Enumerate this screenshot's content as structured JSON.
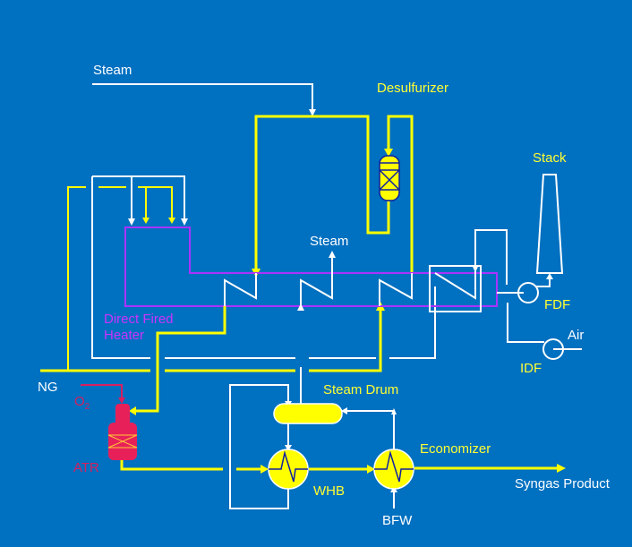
{
  "colors": {
    "background": "#0070C0",
    "process_gas": "#FFFF00",
    "utility_line": "#FFFFFF",
    "heater_outline": "#AA33FF",
    "atr_vessel": "#E8205A"
  },
  "labels": {
    "steam_top": "Steam",
    "desulfurizer": "Desulfurizer",
    "stack": "Stack",
    "steam_mid": "Steam",
    "direct_fired_heater_line1": "Direct Fired",
    "direct_fired_heater_line2": "Heater",
    "fdf": "FDF",
    "air": "Air",
    "idf": "IDF",
    "ng": "NG",
    "o2": "O",
    "o2_sub": "2",
    "atr": "ATR",
    "steam_drum": "Steam Drum",
    "economizer": "Economizer",
    "whb": "WHB",
    "syngas_product": "Syngas Product",
    "bfw": "BFW"
  },
  "equipment": [
    {
      "id": "desulfurizer",
      "name": "Desulfurizer"
    },
    {
      "id": "stack",
      "name": "Stack"
    },
    {
      "id": "direct-fired-heater",
      "name": "Direct Fired Heater"
    },
    {
      "id": "fdf",
      "name": "FDF"
    },
    {
      "id": "idf",
      "name": "IDF"
    },
    {
      "id": "atr",
      "name": "ATR"
    },
    {
      "id": "steam-drum",
      "name": "Steam Drum"
    },
    {
      "id": "whb",
      "name": "WHB"
    },
    {
      "id": "economizer",
      "name": "Economizer"
    }
  ]
}
